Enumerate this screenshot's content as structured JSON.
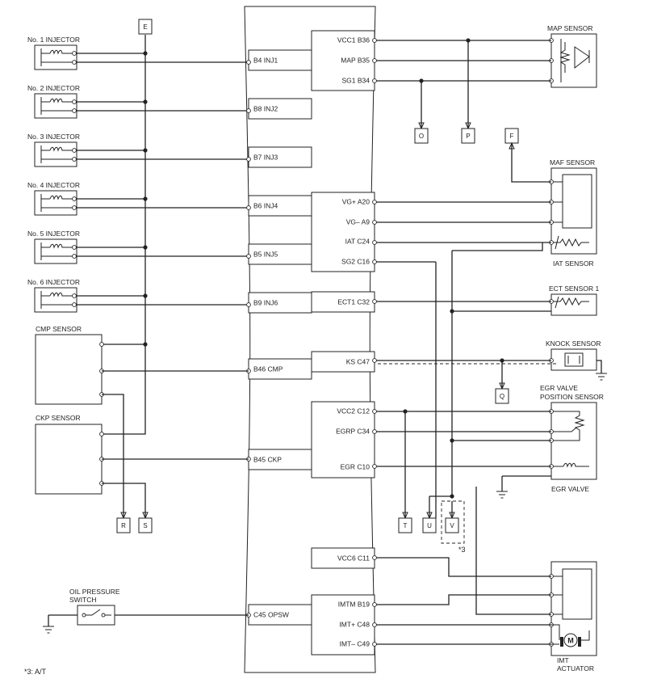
{
  "ecm_pins_left": [
    "B4 INJ1",
    "B8 INJ2",
    "B7 INJ3",
    "B6 INJ4",
    "B5 INJ5",
    "B9 INJ6",
    "B46 CMP",
    "B45 CKP",
    "C45 OPSW"
  ],
  "ecm_pins_right": [
    "VCC1 B36",
    "MAP B35",
    "SG1 B34",
    "VG+ A20",
    "VG– A9",
    "IAT C24",
    "SG2 C16",
    "ECT1 C32",
    "KS C47",
    "VCC2 C12",
    "EGRP C34",
    "EGR C10",
    "VCC6 C11",
    "IMTM B19",
    "IMT+ C48",
    "IMT– C49"
  ],
  "injectors": [
    "No. 1 INJECTOR",
    "No. 2 INJECTOR",
    "No. 3 INJECTOR",
    "No. 4 INJECTOR",
    "No. 5 INJECTOR",
    "No. 6 INJECTOR"
  ],
  "components": {
    "cmp": "CMP SENSOR",
    "ckp": "CKP SENSOR",
    "oil1": "OIL PRESSURE",
    "oil2": "SWITCH",
    "map": "MAP SENSOR",
    "maf": "MAF SENSOR",
    "iat": "IAT SENSOR",
    "ect": "ECT SENSOR 1",
    "knock": "KNOCK SENSOR",
    "egrp1": "EGR VALVE",
    "egrp2": "POSITION SENSOR",
    "egrv": "EGR VALVE",
    "imt1": "IMT",
    "imt2": "ACTUATOR",
    "motor": "M"
  },
  "connectors": [
    "E",
    "O",
    "P",
    "F",
    "Q",
    "R",
    "S",
    "T",
    "U",
    "V"
  ],
  "note_ref": "*3",
  "footnote": "*3: A/T"
}
